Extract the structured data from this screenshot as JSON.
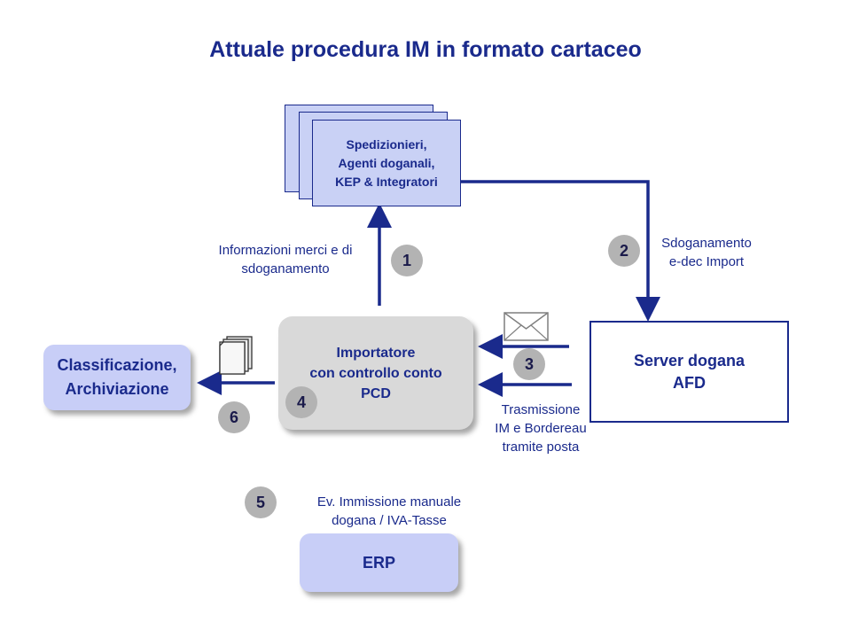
{
  "title": "Attuale procedura IM in formato cartaceo",
  "nodes": {
    "spedizionieri": "Spedizionieri,\nAgenti doganali,\nKEP & Integratori",
    "importatore": "Importatore\ncon controllo conto\nPCD",
    "server": "Server dogana\nAFD",
    "classificazione": "Classificazione,\nArchiviazione",
    "erp": "ERP"
  },
  "labels": {
    "informazioni": "Informazioni merci e di\nsdoganamento",
    "sdoganamento": "Sdoganamento\ne-dec Import",
    "trasmissione": "Trasmissione\nIM e Bordereau\ntramite posta",
    "immissione": "Ev. Immissione manuale\ndogana / IVA-Tasse"
  },
  "steps": [
    "1",
    "2",
    "3",
    "4",
    "5",
    "6"
  ],
  "icons": {
    "mail": "envelope-icon",
    "documents": "documents-icon"
  },
  "colors": {
    "arrow": "#1a2a8c",
    "title": "#1a2a8c",
    "node_fill": "#c8cef7",
    "badge": "#b3b3b3",
    "importer_fill": "#d9d9d9"
  }
}
